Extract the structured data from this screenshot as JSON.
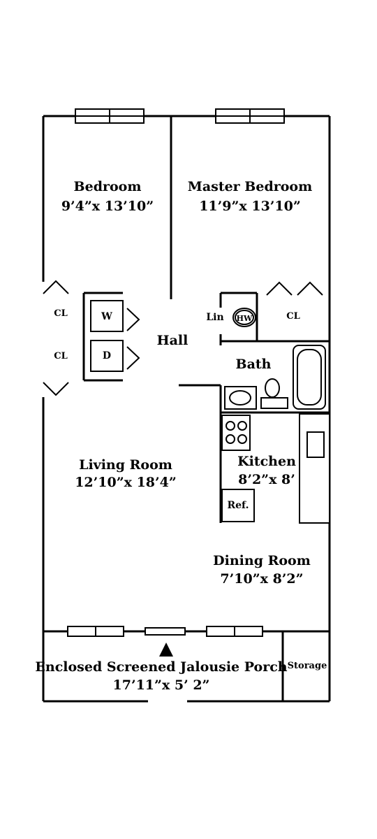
{
  "rooms": {
    "bedroom": {
      "name": "Bedroom",
      "size": "9’4”x 13’10”"
    },
    "master_bedroom": {
      "name": "Master Bedroom",
      "size": "11’9”x 13’10”"
    },
    "hall": {
      "name": "Hall"
    },
    "bath": {
      "name": "Bath"
    },
    "living_room": {
      "name": "Living Room",
      "size": "12’10”x 18’4”"
    },
    "kitchen": {
      "name": "Kitchen",
      "size": "8’2”x 8’"
    },
    "dining_room": {
      "name": "Dining Room",
      "size": "7’10”x 8’2”"
    },
    "porch": {
      "name": "Enclosed Screened Jalousie Porch",
      "size": "17’11”x 5’ 2”"
    },
    "storage": {
      "name": "Storage"
    }
  },
  "fixtures": {
    "closet_left_top": "CL",
    "closet_left_bottom": "CL",
    "closet_master": "CL",
    "linen": "Lin",
    "water_heater": "HW",
    "washer": "W",
    "dryer": "D",
    "refrigerator": "Ref."
  }
}
